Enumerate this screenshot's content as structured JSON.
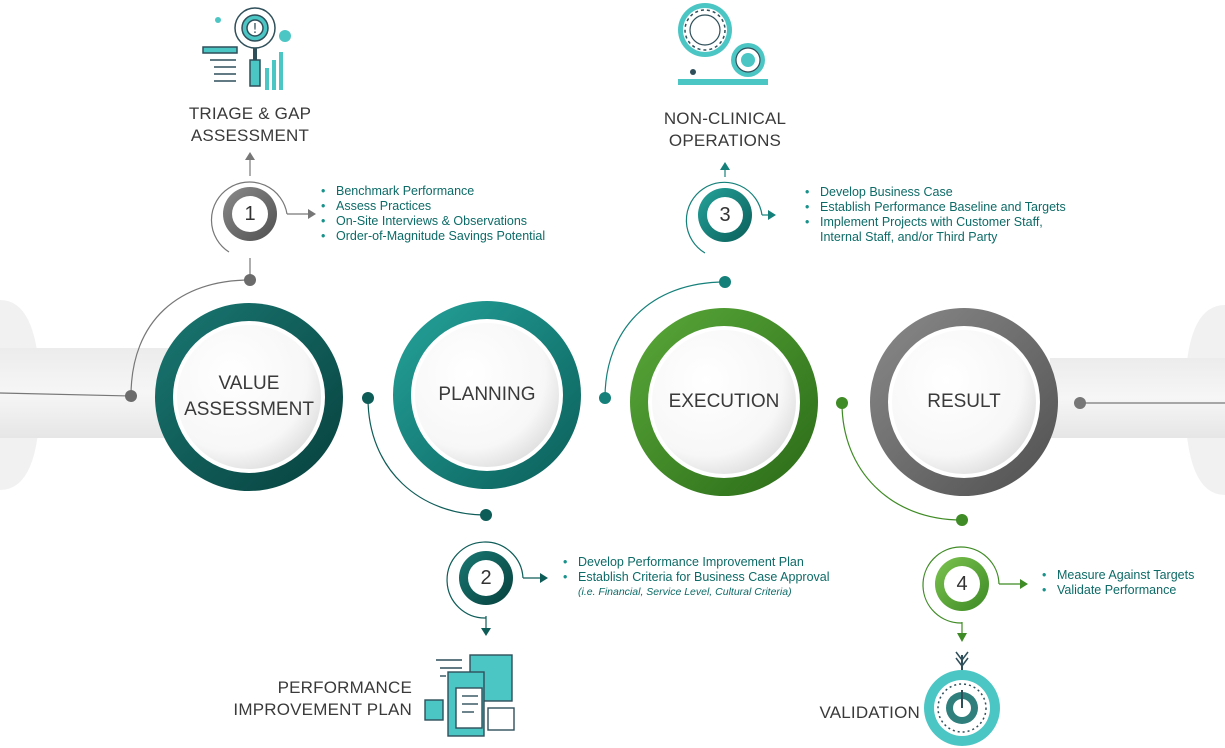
{
  "stages": [
    {
      "label": "VALUE\nASSESSMENT",
      "color": "#0e5c58"
    },
    {
      "label": "PLANNING",
      "color": "#15807a"
    },
    {
      "label": "EXECUTION",
      "color": "#3f8b25"
    },
    {
      "label": "RESULT",
      "color": "#6b6b6b"
    }
  ],
  "steps": [
    {
      "number": "1",
      "title": "TRIAGE & GAP\nASSESSMENT",
      "color": "#777777",
      "bullets": [
        "Benchmark Performance",
        "Assess Practices",
        "On-Site Interviews & Observations",
        "Order-of-Magnitude Savings Potential"
      ],
      "icon": "gear-magnifier-chart-icon"
    },
    {
      "number": "2",
      "title": "PERFORMANCE\nIMPROVEMENT PLAN",
      "color": "#0e5c58",
      "bullets": [
        "Develop Performance Improvement Plan",
        "Establish Criteria for Business Case Approval"
      ],
      "note": "(i.e. Financial, Service Level, Cultural Criteria)",
      "icon": "documents-icon"
    },
    {
      "number": "3",
      "title": "NON-CLINICAL\nOPERATIONS",
      "color": "#15807a",
      "bullets": [
        "Develop Business Case",
        "Establish Performance Baseline and Targets",
        "Implement Projects with Customer Staff, Internal Staff, and/or Third Party"
      ],
      "icon": "gears-icon"
    },
    {
      "number": "4",
      "title": "VALIDATION",
      "color": "#3f8b25",
      "bullets": [
        "Measure Against Targets",
        "Validate Performance"
      ],
      "icon": "target-arrow-icon"
    }
  ],
  "colors": {
    "teal_dark": "#0e5c58",
    "teal": "#15807a",
    "green": "#3f8b25",
    "grey": "#6b6b6b",
    "icon_teal": "#4cc6c4",
    "bullet_text": "#0d6b67"
  }
}
